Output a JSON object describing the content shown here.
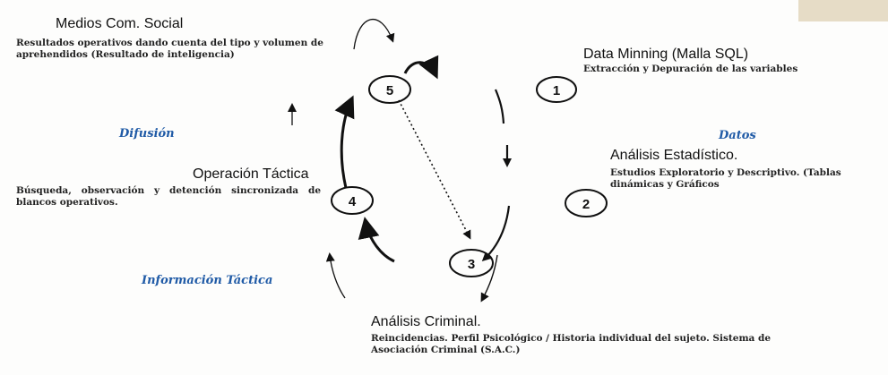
{
  "accent_color": "#1f5aa6",
  "swatch_color": "#e6dcc6",
  "steps": {
    "medios": {
      "title": "Medios Com. Social",
      "desc": "Resultados operativos dando cuenta del tipo y volumen de aprehendidos (Resultado de inteligencia)"
    },
    "data_minning": {
      "title": "Data Minning (Malla SQL)",
      "desc": "Extracción y Depuración de las variables"
    },
    "analisis_estadistico": {
      "title": "Análisis Estadístico.",
      "desc": "Estudios Exploratorio y Descriptivo. (Tablas dinámicas y Gráficos"
    },
    "operacion_tactica": {
      "title": "Operación Táctica",
      "desc": "Búsqueda, observación y detención sincronizada de blancos operativos."
    },
    "analisis_criminal": {
      "title": "Análisis Criminal.",
      "desc": "Reincidencias. Perfil Psicológico / Historia individual del sujeto. Sistema de Asociación Criminal (S.A.C.)"
    }
  },
  "phases": {
    "difusion": "Difusión",
    "datos": "Datos",
    "informacion_tactica": "Información Táctica"
  },
  "nodes": [
    "1",
    "2",
    "3",
    "4",
    "5"
  ]
}
